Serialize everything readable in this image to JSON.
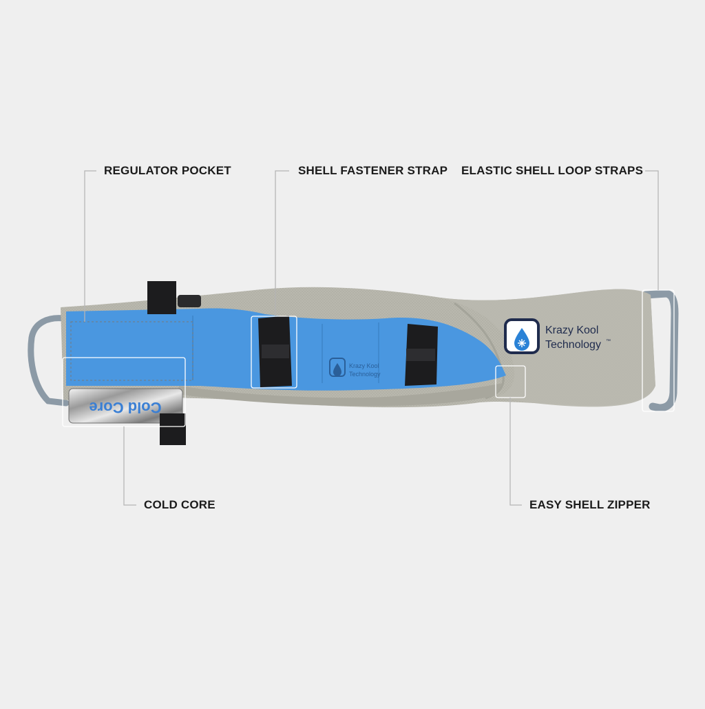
{
  "callouts": {
    "regulator_pocket": "REGULATOR POCKET",
    "shell_fastener_strap": "SHELL FASTENER STRAP",
    "elastic_shell_loop_straps": "ELASTIC SHELL LOOP STRAPS",
    "cold_core": "COLD CORE",
    "easy_shell_zipper": "EASY SHELL ZIPPER"
  },
  "product": {
    "brand_line1": "Krazy Kool",
    "brand_line2": "Technology",
    "trademark": "™",
    "cold_core_print": "Cold Core"
  },
  "colors": {
    "background": "#efefef",
    "shell_gray": "#b7b6ac",
    "insert_blue": "#4a97e0",
    "strap_black": "#1c1c1e",
    "loop_gray": "#8c9aa6",
    "callout_line": "#b5b5b5",
    "logo_navy": "#1f2b4d"
  }
}
